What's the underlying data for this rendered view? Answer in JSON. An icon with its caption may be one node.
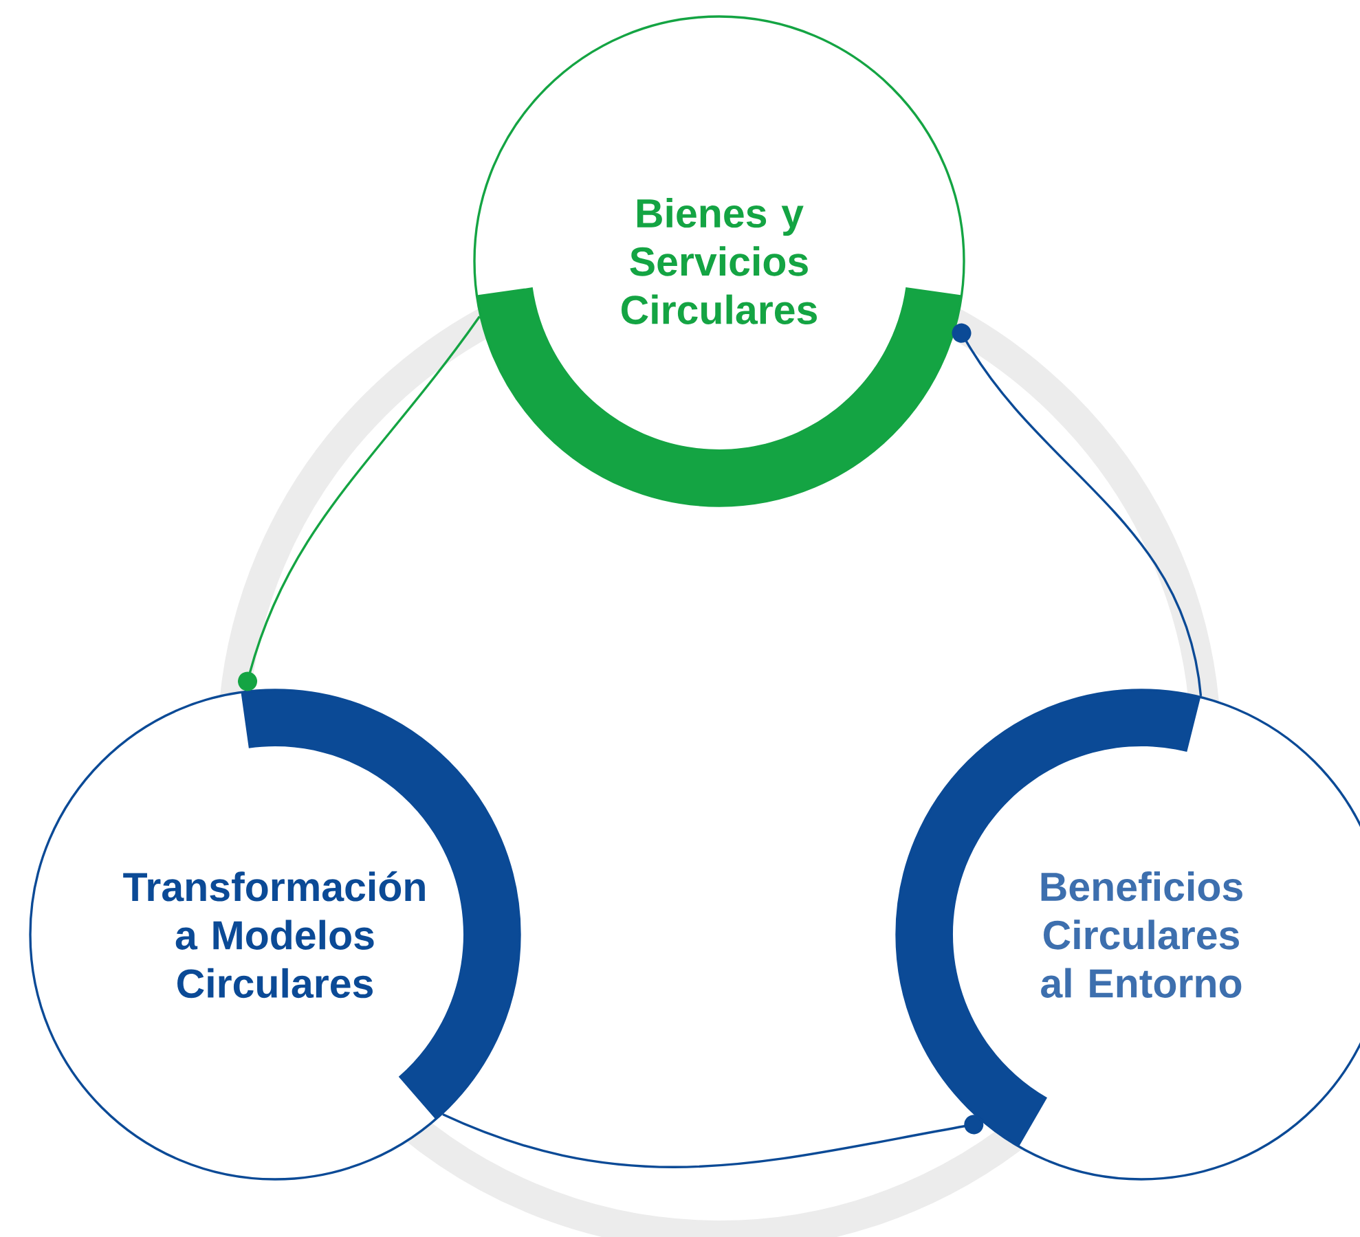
{
  "diagram": {
    "nodes": [
      {
        "text": [
          "Bienes y Servicios Circulares"
        ]
      },
      {
        "text": [
          "Transformación a Modelos Circulares"
        ]
      },
      {
        "text": [
          "Beneficios Circulares al Entorno"
        ]
      }
    ],
    "edges": [
      {
        "from": 0,
        "to": 1,
        "arrow": "other",
        "color": "#14a443"
      },
      {
        "from": 1,
        "to": 2,
        "arrow": "other"
      },
      {
        "from": 2,
        "to": 0,
        "arrow": "other"
      }
    ]
  }
}
